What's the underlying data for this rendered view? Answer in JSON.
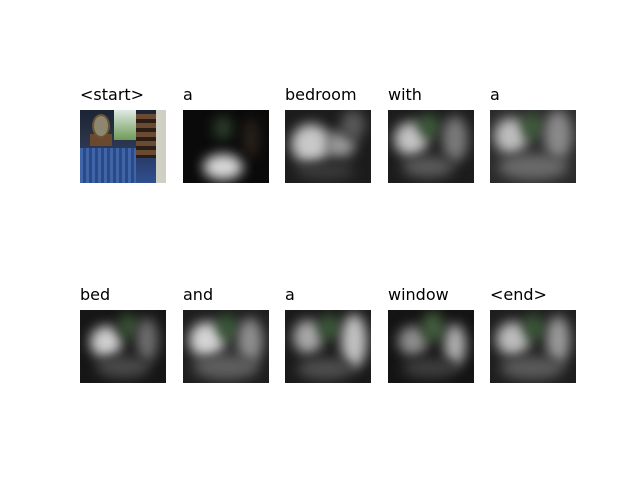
{
  "tokens": [
    "<start>",
    "a",
    "bedroom",
    "with",
    "a",
    "bed",
    "and",
    "a",
    "window",
    "<end>"
  ]
}
